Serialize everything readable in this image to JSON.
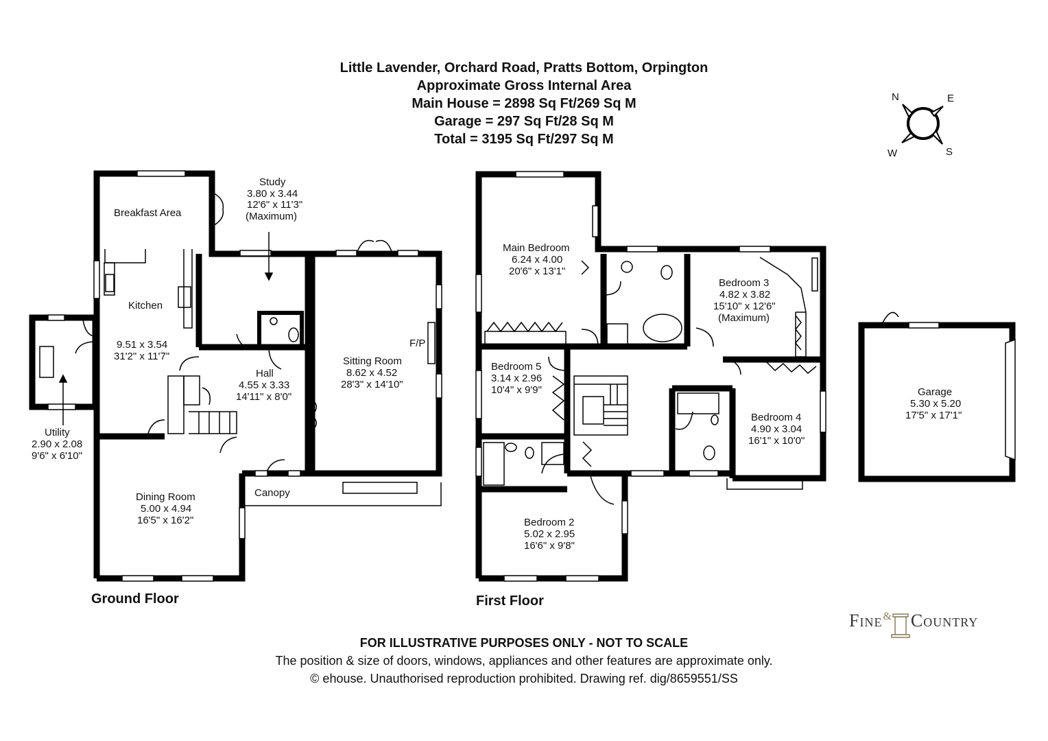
{
  "header": {
    "address": "Little Lavender, Orchard Road, Pratts Bottom, Orpington",
    "subtitle": "Approximate Gross Internal Area",
    "main_house": "Main House = 2898 Sq Ft/269 Sq M",
    "garage": "Garage = 297 Sq Ft/28 Sq M",
    "total": "Total = 3195 Sq Ft/297 Sq M"
  },
  "compass": {
    "n": "N",
    "e": "E",
    "s": "S",
    "w": "W"
  },
  "ground_floor": {
    "label": "Ground Floor",
    "breakfast": "Breakfast Area",
    "kitchen": "Kitchen",
    "kitchen_m1": "9.51 x 3.54",
    "kitchen_m2": "31'2\" x 11'7\"",
    "study": "Study",
    "study_m1": "3.80 x 3.44",
    "study_m2": "12'6\" x 11'3\"",
    "study_m3": "(Maximum)",
    "utility": "Utility",
    "utility_m1": "2.90 x 2.08",
    "utility_m2": "9'6\" x 6'10\"",
    "hall": "Hall",
    "hall_m1": "4.55 x 3.33",
    "hall_m2": "14'11\" x 8'0\"",
    "sitting": "Sitting Room",
    "sitting_m1": "8.62 x 4.52",
    "sitting_m2": "28'3\" x 14'10\"",
    "fp": "F/P",
    "dining": "Dining Room",
    "dining_m1": "5.00 x 4.94",
    "dining_m2": "16'5\" x 16'2\"",
    "canopy": "Canopy"
  },
  "first_floor": {
    "label": "First Floor",
    "main_bed": "Main Bedroom",
    "main_bed_m1": "6.24 x 4.00",
    "main_bed_m2": "20'6\" x 13'1\"",
    "bed3": "Bedroom 3",
    "bed3_m1": "4.82 x 3.82",
    "bed3_m2": "15'10\" x 12'6\"",
    "bed3_m3": "(Maximum)",
    "bed5": "Bedroom 5",
    "bed5_m1": "3.14 x 2.96",
    "bed5_m2": "10'4\" x 9'9\"",
    "bed4": "Bedroom 4",
    "bed4_m1": "4.90 x 3.04",
    "bed4_m2": "16'1\" x 10'0\"",
    "bed2": "Bedroom 2",
    "bed2_m1": "5.02 x 2.95",
    "bed2_m2": "16'6\" x 9'8\""
  },
  "garage_plan": {
    "name": "Garage",
    "m1": "5.30 x 5.20",
    "m2": "17'5\" x 17'1\""
  },
  "footer": {
    "line1": "FOR ILLUSTRATIVE PURPOSES ONLY - NOT TO SCALE",
    "line2": "The position & size of doors, windows, appliances and other features are approximate only.",
    "line3": "© ehouse. Unauthorised reproduction prohibited. Drawing ref. dig/8659551/SS"
  },
  "logo": {
    "left": "Fine",
    "amp": "&",
    "right": "Country"
  }
}
